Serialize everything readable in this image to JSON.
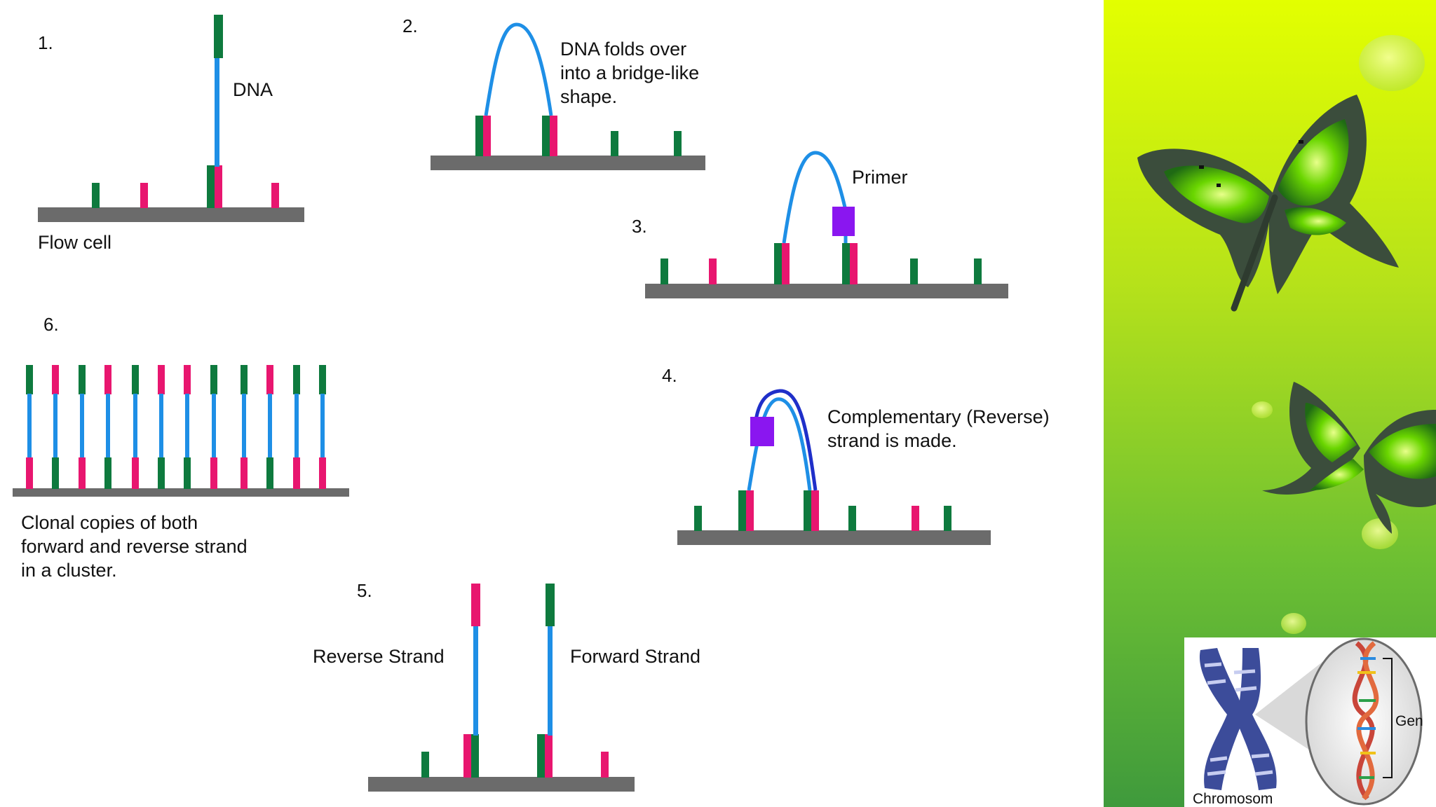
{
  "steps": {
    "s1": {
      "number": "1.",
      "dna_label": "DNA",
      "flowcell_label": "Flow cell"
    },
    "s2": {
      "number": "2.",
      "caption": [
        "DNA folds over",
        "into a bridge-like",
        "shape."
      ]
    },
    "s3": {
      "number": "3.",
      "primer_label": "Primer"
    },
    "s4": {
      "number": "4.",
      "caption": [
        "Complementary (Reverse)",
        "strand is made."
      ]
    },
    "s5": {
      "number": "5.",
      "reverse_label": "Reverse Strand",
      "forward_label": "Forward Strand"
    },
    "s6": {
      "number": "6.",
      "caption": [
        "Clonal copies of both",
        "forward and reverse strand",
        "in a cluster."
      ]
    }
  },
  "inset": {
    "chromosome_label": "Chromosom",
    "gene_label": "Gen"
  },
  "colors": {
    "green_adapter": "#0e7a3e",
    "pink_adapter": "#e8166f",
    "dna_strand": "#1e8fe6",
    "reverse_strand": "#1f2fc9",
    "primer": "#8a16f0",
    "flowcell": "#6b6b6b",
    "butterfly_green": "#5fd400",
    "butterfly_dark": "#3b4d3c"
  },
  "icons": [
    "butterfly-icon",
    "chromosome-icon",
    "dna-helix-icon"
  ]
}
